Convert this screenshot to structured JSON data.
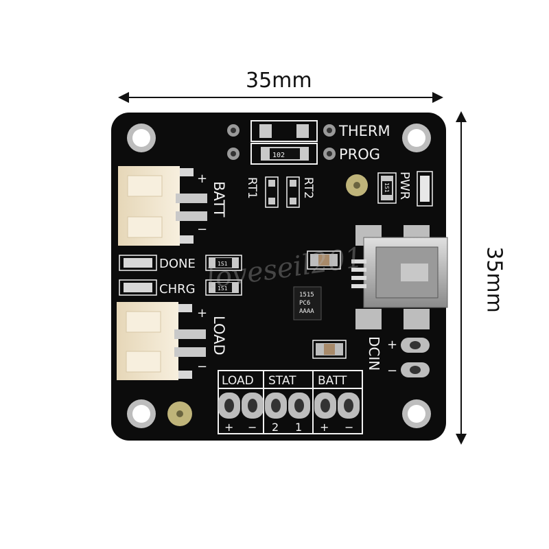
{
  "dimensions": {
    "width_label": "35mm",
    "height_label": "35mm"
  },
  "board": {
    "labels": {
      "therm": "THERM",
      "prog": "PROG",
      "rt1": "RT1",
      "rt2": "RT2",
      "pwr": "PWR",
      "batt": "BATT",
      "load": "LOAD",
      "done": "DONE",
      "chrg": "CHRG",
      "dcin": "DCIN",
      "plus": "+",
      "minus": "−"
    },
    "resistor_codes": {
      "prog": "102",
      "pwr": "1S1",
      "done": "1S1",
      "chrg": "1S1"
    },
    "ic_marking": {
      "line1": "1515",
      "line2": "PC6",
      "line3": "AAAA"
    },
    "terminal_groups": [
      {
        "name": "LOAD",
        "pins": [
          "+",
          "−"
        ]
      },
      {
        "name": "STAT",
        "pins": [
          "2",
          "1"
        ]
      },
      {
        "name": "BATT",
        "pins": [
          "+",
          "−"
        ]
      }
    ],
    "colors": {
      "pcb": "#0c0c0c",
      "silk": "#f2f2f2",
      "connector": "#efe3c8",
      "pad": "#c9c9c9"
    }
  },
  "watermark": "loveseil201"
}
